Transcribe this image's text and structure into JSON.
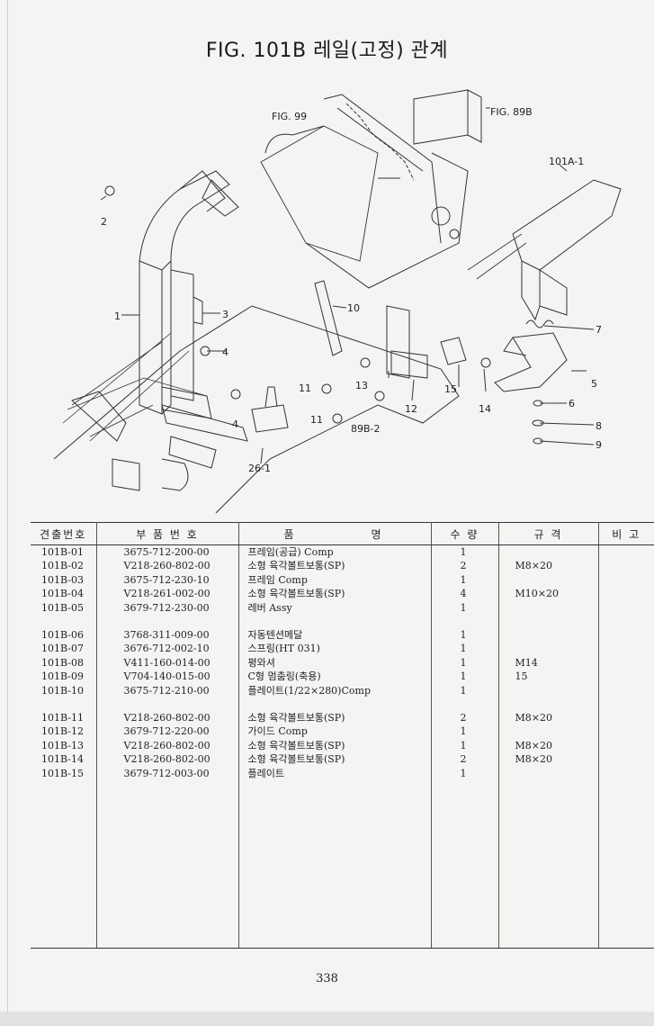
{
  "title": "FIG. 101B 레일(고정) 관계",
  "diagram": {
    "callouts": [
      "FIG. 99",
      "FIG. 89B",
      "101A-1",
      "2",
      "1",
      "3",
      "4",
      "4",
      "10",
      "11",
      "11",
      "13",
      "12",
      "15",
      "14",
      "89B-2",
      "26-1",
      "7",
      "5",
      "6",
      "8",
      "9"
    ]
  },
  "table": {
    "headers": [
      "견출번호",
      "부 품 번 호",
      "품",
      "명",
      "수 량",
      "규 격",
      "비 고"
    ],
    "groups": [
      [
        {
          "no": "101B-01",
          "part": "3675-712-200-00",
          "name": "프레임(공급) Comp",
          "qty": "1",
          "spec": ""
        },
        {
          "no": "101B-02",
          "part": "V218-260-802-00",
          "name": "소형 육각볼트보통(SP)",
          "qty": "2",
          "spec": "M8×20"
        },
        {
          "no": "101B-03",
          "part": "3675-712-230-10",
          "name": "프레임 Comp",
          "qty": "1",
          "spec": ""
        },
        {
          "no": "101B-04",
          "part": "V218-261-002-00",
          "name": "소형 육각볼트보통(SP)",
          "qty": "4",
          "spec": "M10×20"
        },
        {
          "no": "101B-05",
          "part": "3679-712-230-00",
          "name": "레버 Assy",
          "qty": "1",
          "spec": ""
        }
      ],
      [
        {
          "no": "101B-06",
          "part": "3768-311-009-00",
          "name": "자동텐션메달",
          "qty": "1",
          "spec": ""
        },
        {
          "no": "101B-07",
          "part": "3676-712-002-10",
          "name": "스프링(HT 031)",
          "qty": "1",
          "spec": ""
        },
        {
          "no": "101B-08",
          "part": "V411-160-014-00",
          "name": "평와셔",
          "qty": "1",
          "spec": "M14"
        },
        {
          "no": "101B-09",
          "part": "V704-140-015-00",
          "name": "C형 멈춤링(축용)",
          "qty": "1",
          "spec": "15"
        },
        {
          "no": "101B-10",
          "part": "3675-712-210-00",
          "name": "플레이트(1/22×280)Comp",
          "qty": "1",
          "spec": ""
        }
      ],
      [
        {
          "no": "101B-11",
          "part": "V218-260-802-00",
          "name": "소형 육각볼트보통(SP)",
          "qty": "2",
          "spec": "M8×20"
        },
        {
          "no": "101B-12",
          "part": "3679-712-220-00",
          "name": "가이드 Comp",
          "qty": "1",
          "spec": ""
        },
        {
          "no": "101B-13",
          "part": "V218-260-802-00",
          "name": "소형 육각볼트보통(SP)",
          "qty": "1",
          "spec": "M8×20"
        },
        {
          "no": "101B-14",
          "part": "V218-260-802-00",
          "name": "소형 육각볼트보통(SP)",
          "qty": "2",
          "spec": "M8×20"
        },
        {
          "no": "101B-15",
          "part": "3679-712-003-00",
          "name": "플레이트",
          "qty": "1",
          "spec": ""
        }
      ]
    ]
  },
  "page_number": "338"
}
